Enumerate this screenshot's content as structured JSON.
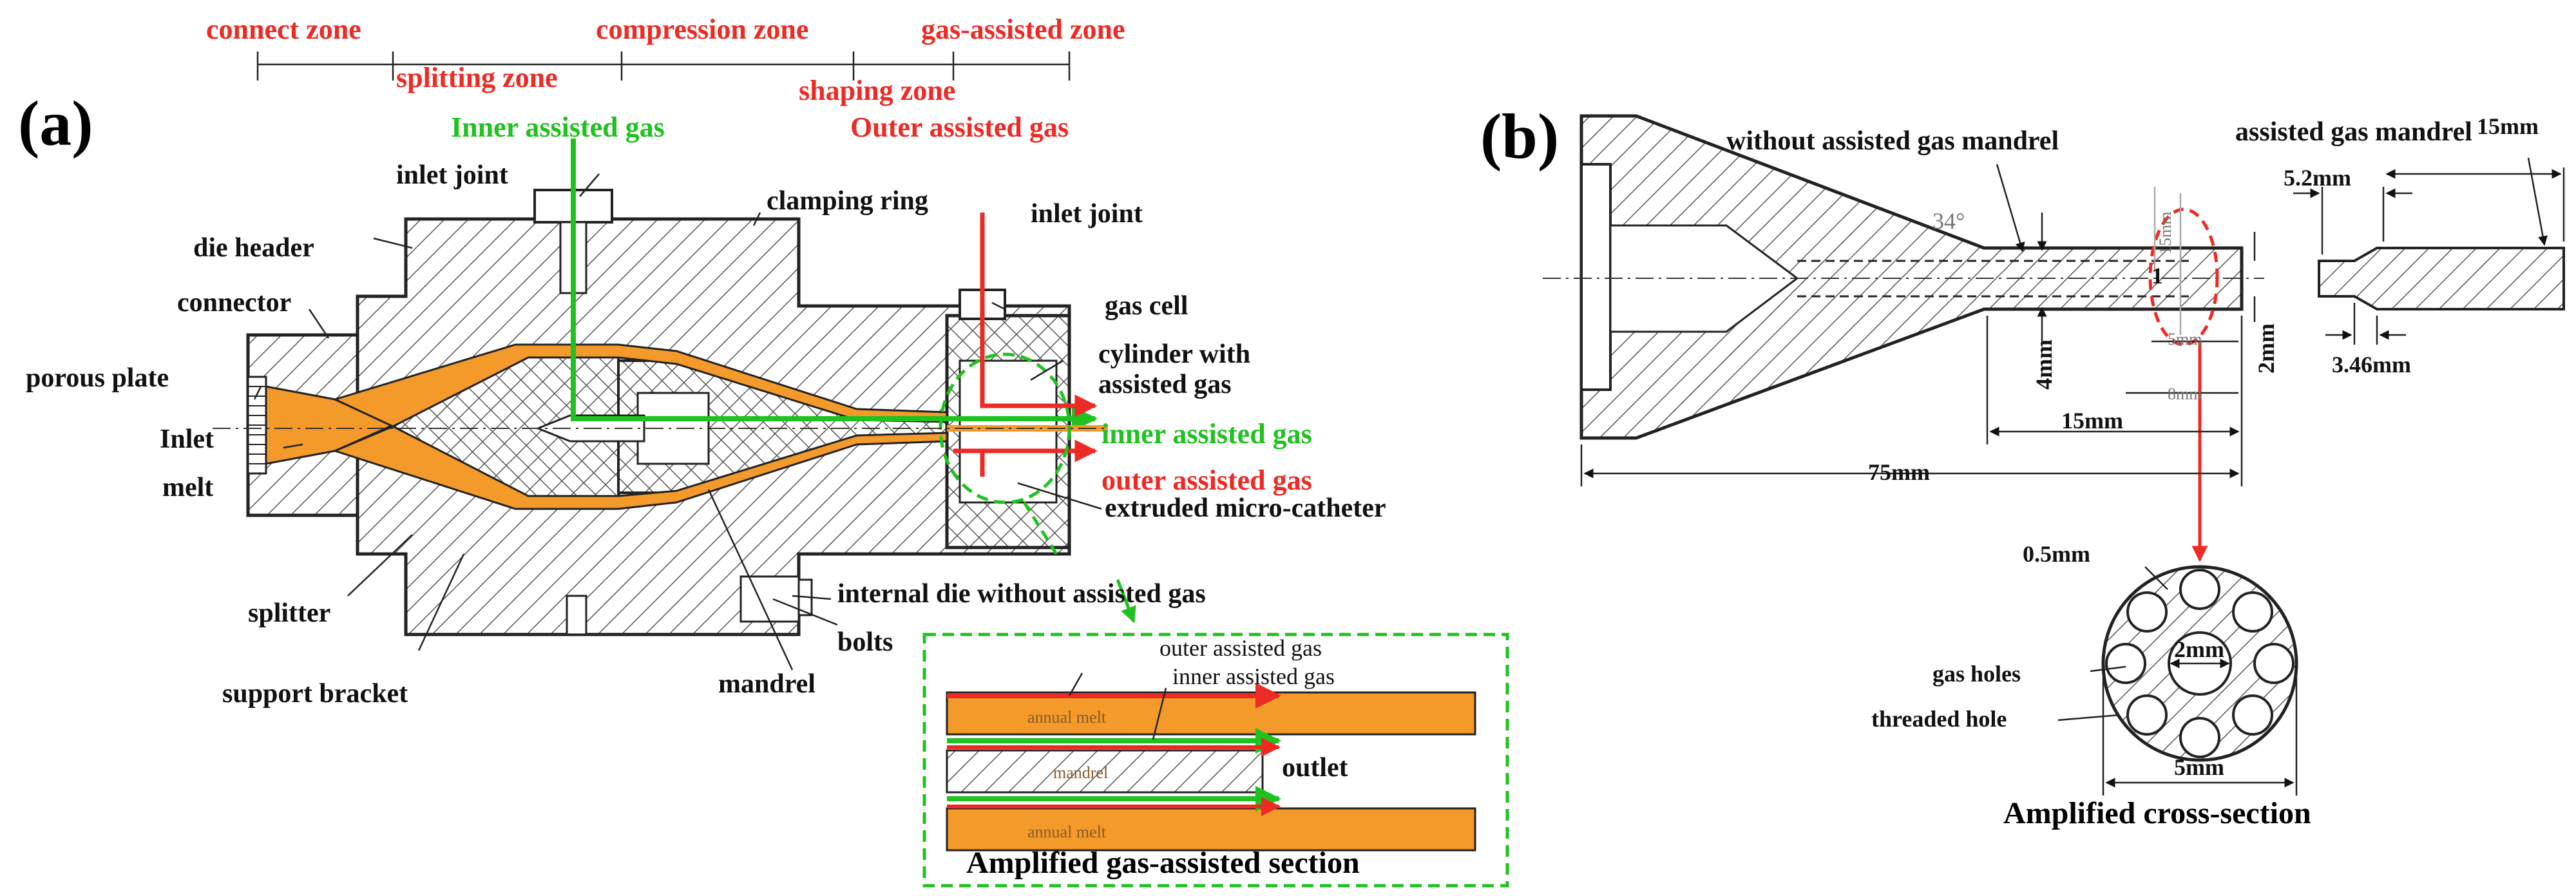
{
  "panel_a": {
    "label": "(a)",
    "zones": {
      "connect": "connect zone",
      "splitting": "splitting zone",
      "compression": "compression zone",
      "shaping": "shaping zone",
      "gas_assisted": "gas-assisted zone"
    },
    "inner_gas_title": "Inner assisted gas",
    "outer_gas_title": "Outer assisted gas",
    "labels": {
      "inlet_joint_left": "inlet joint",
      "inlet_joint_right": "inlet joint",
      "clamping_ring": "clamping ring",
      "die_header": "die header",
      "connector": "connector",
      "gas_cell": "gas cell",
      "cylinder_line1": "cylinder with",
      "cylinder_line2": "assisted gas",
      "porous_plate": "porous plate",
      "inlet": "Inlet",
      "melt": "melt",
      "inner_assisted_gas": "inner assisted gas",
      "outer_assisted_gas": "outer assisted gas",
      "extruded": "extruded micro-catheter",
      "splitter": "splitter",
      "internal_die": "internal die without assisted gas",
      "bolts": "bolts",
      "support_bracket": "support bracket",
      "mandrel": "mandrel"
    },
    "inset": {
      "outer_gas": "outer assisted gas",
      "inner_gas": "inner assisted gas",
      "annual_melt_top": "annual melt",
      "mandrel": "mandrel",
      "annual_melt_bottom": "annual melt",
      "outlet": "outlet",
      "title": "Amplified gas-assisted section"
    }
  },
  "panel_b": {
    "label": "(b)",
    "without_mandrel": "without assisted gas mandrel",
    "assisted_mandrel": "assisted gas mandrel",
    "angle": "34°",
    "dims": {
      "d75": "75mm",
      "d15_bottom": "15mm",
      "d4": "4mm",
      "d2": "2mm",
      "d5_small": "5mm",
      "d8_small": "8mm",
      "d15_vertical": "15mm",
      "d1": "1",
      "d52": "5.2mm",
      "d15_right": "15mm",
      "d346": "3.46mm"
    },
    "section": {
      "d05": "0.5mm",
      "gas_holes": "gas holes",
      "threaded_hole": "threaded hole",
      "d2": "2mm",
      "d5": "5mm",
      "title": "Amplified cross-section"
    }
  },
  "colors": {
    "melt": "#f39a2a",
    "red": "#ee2a24",
    "green": "#1fc21f",
    "line": "#222222"
  }
}
